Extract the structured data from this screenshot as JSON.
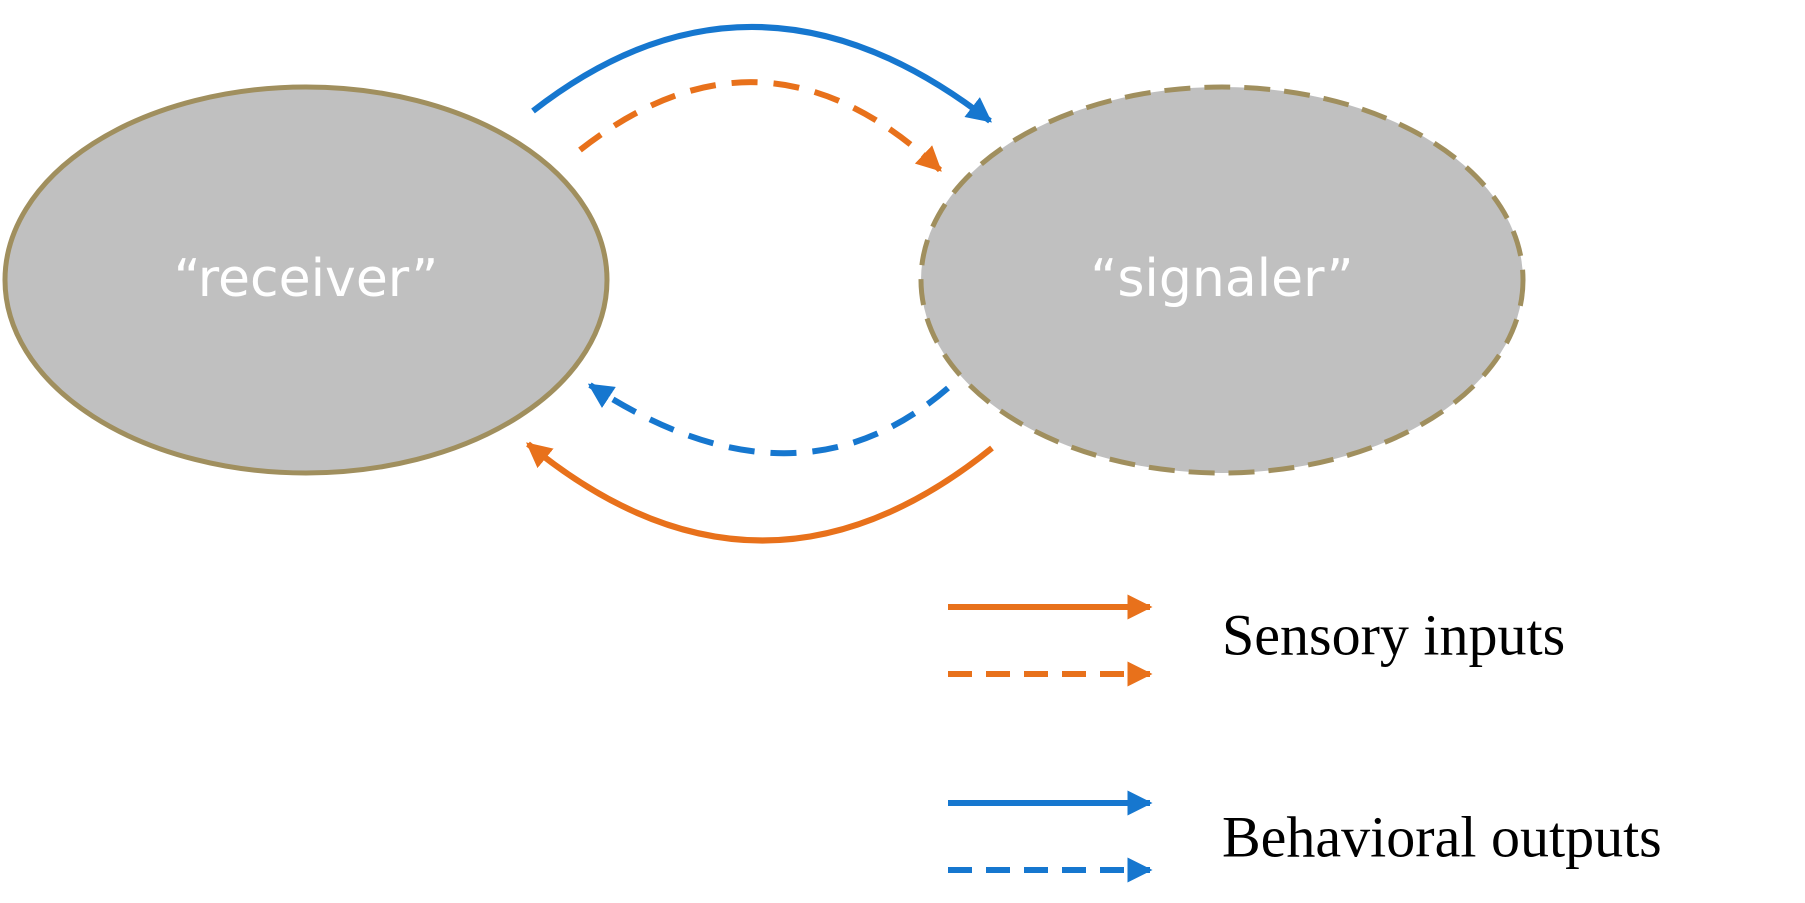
{
  "nodes": {
    "receiver": {
      "label": "“receiver”",
      "border_style": "solid"
    },
    "signaler": {
      "label": "“signaler”",
      "border_style": "dashed"
    }
  },
  "colors": {
    "node_fill": "#c0c0c0",
    "node_border": "#a08f5e",
    "node_text": "#ffffff",
    "sensory": "#e8711b",
    "behavioral": "#1677cf",
    "legend_text": "#000000"
  },
  "legend": {
    "sensory": {
      "label": "Sensory inputs",
      "color_key": "sensory"
    },
    "behavioral": {
      "label": "Behavioral outputs",
      "color_key": "behavioral"
    }
  },
  "edges": [
    {
      "from": "receiver",
      "to": "signaler",
      "type": "behavioral",
      "style": "solid"
    },
    {
      "from": "receiver",
      "to": "signaler",
      "type": "sensory",
      "style": "dashed"
    },
    {
      "from": "signaler",
      "to": "receiver",
      "type": "behavioral",
      "style": "dashed"
    },
    {
      "from": "signaler",
      "to": "receiver",
      "type": "sensory",
      "style": "solid"
    }
  ]
}
